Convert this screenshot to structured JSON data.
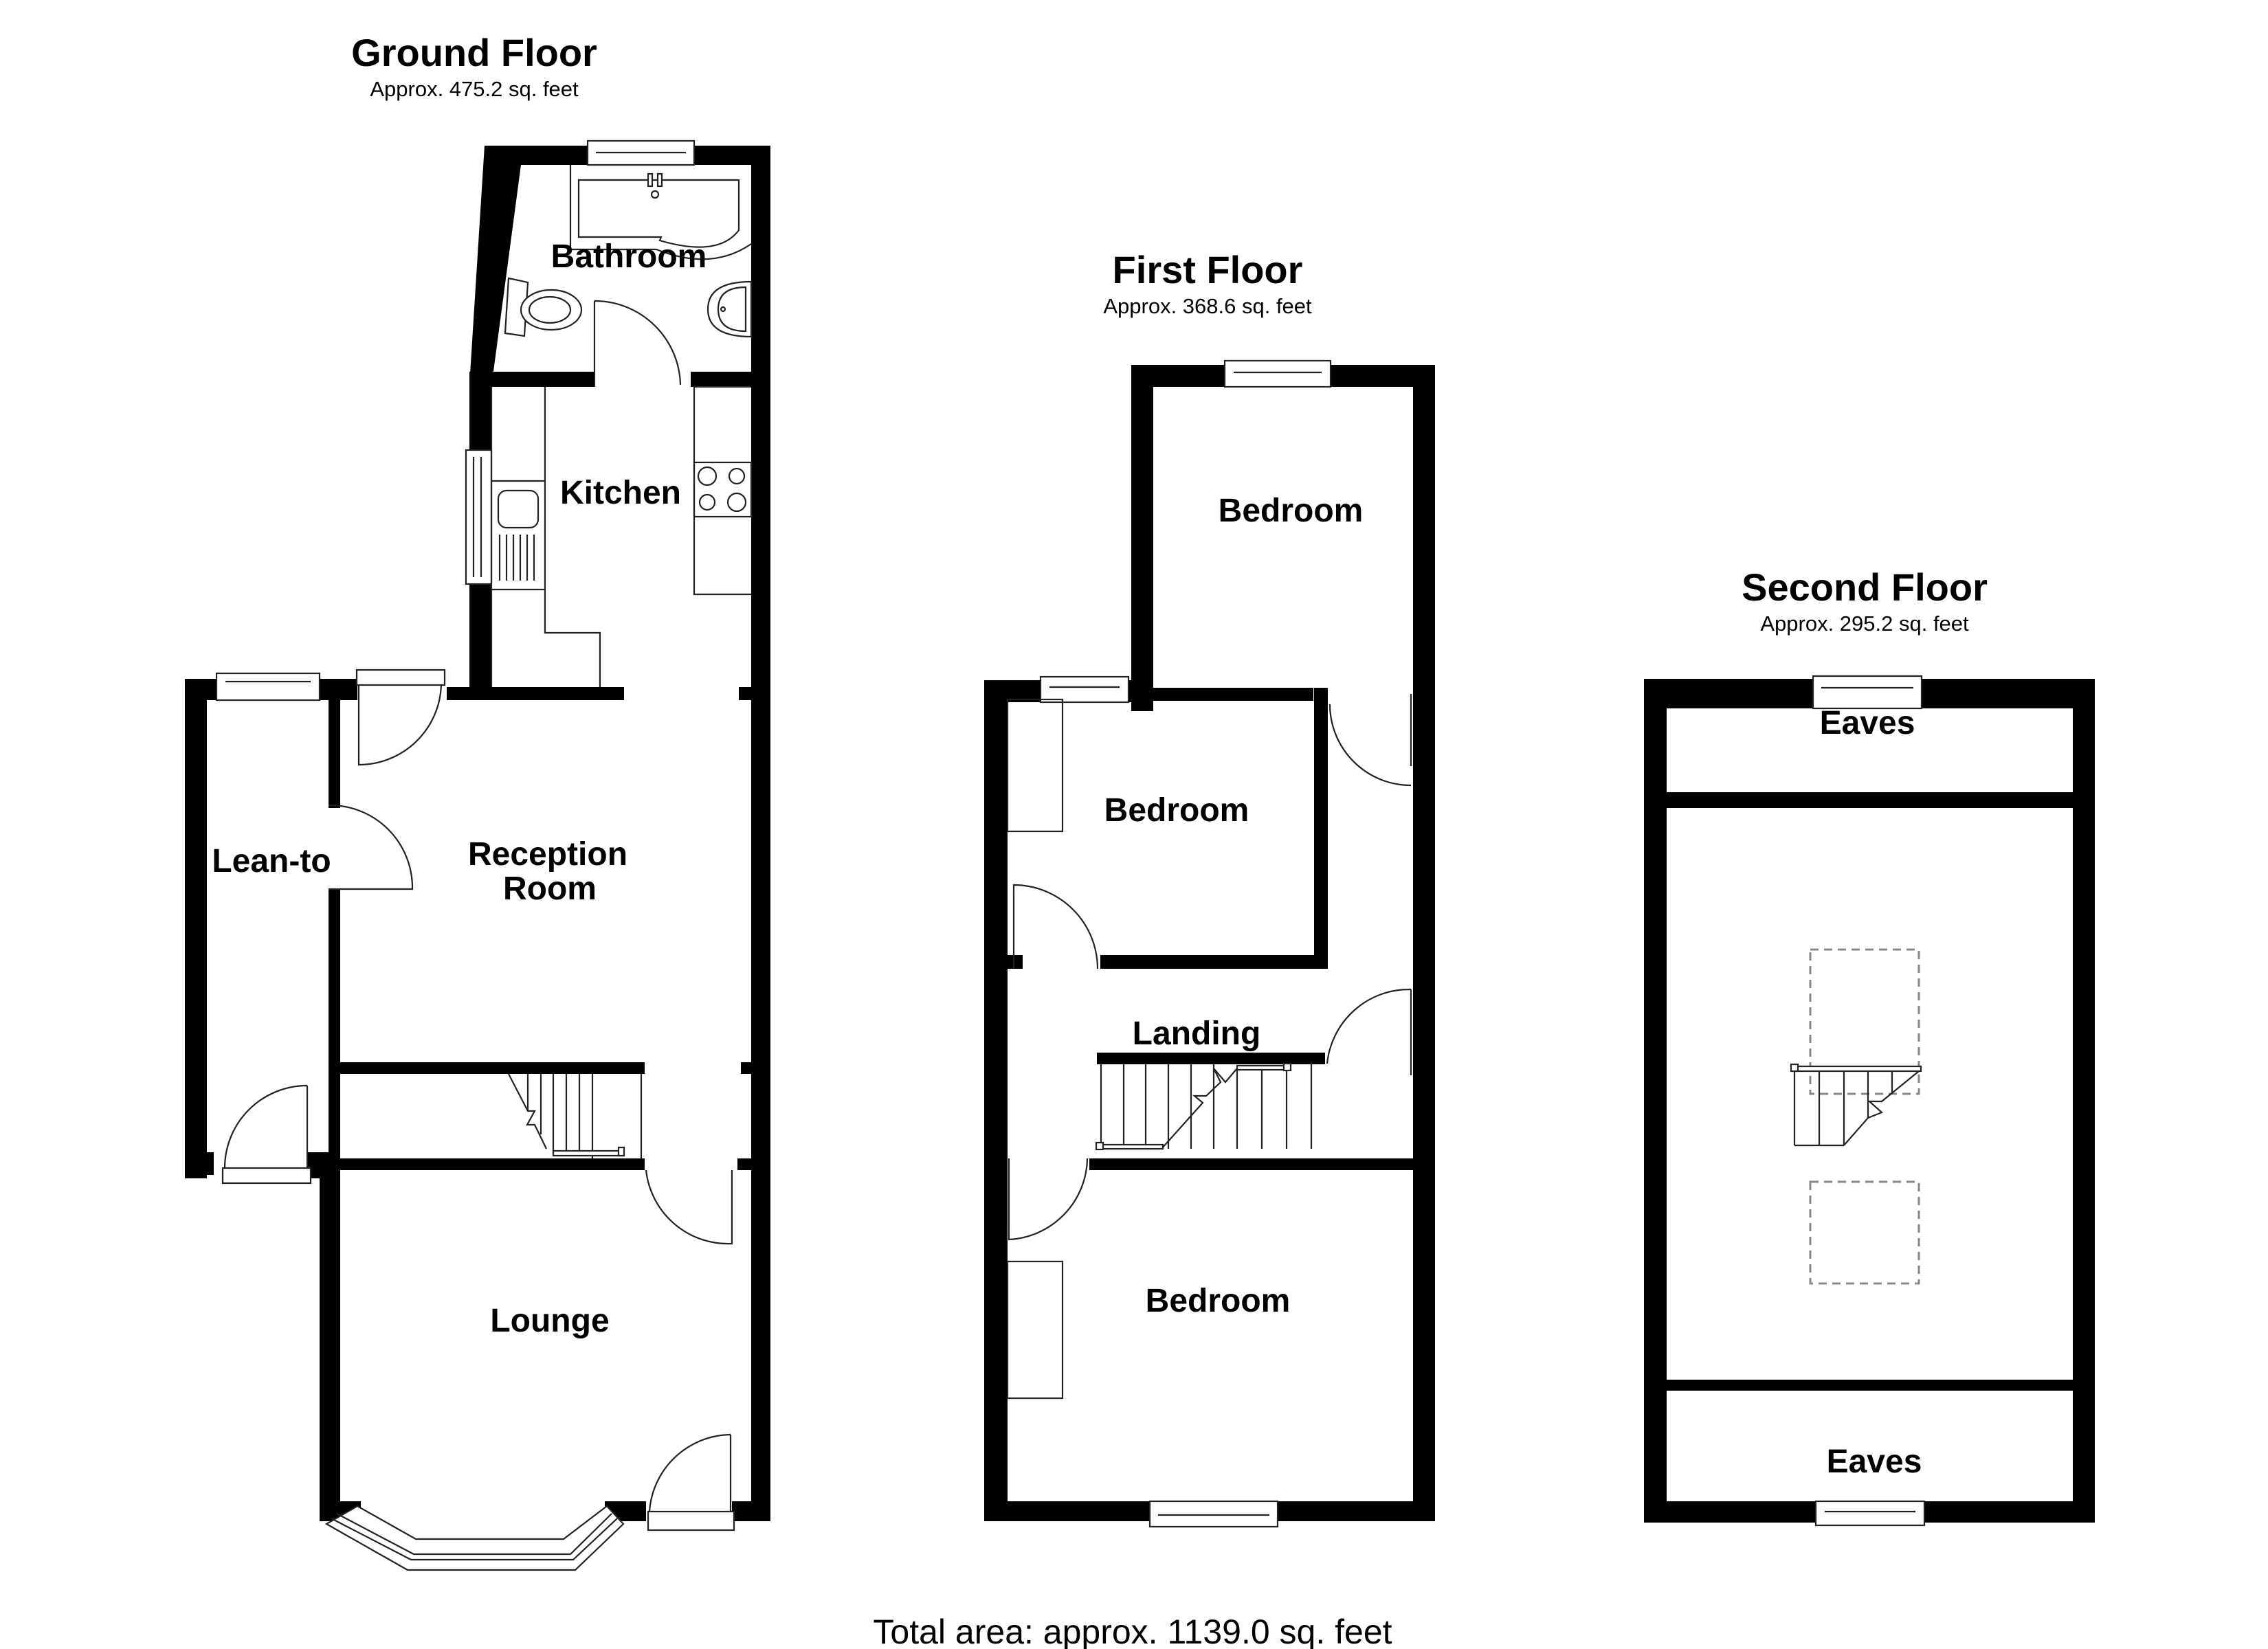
{
  "floors": [
    {
      "id": "ground",
      "title": "Ground Floor",
      "area": "Approx. 475.2 sq. feet",
      "rooms": [
        "Bathroom",
        "Kitchen",
        "Lean-to",
        "Reception",
        "Room",
        "Lounge"
      ]
    },
    {
      "id": "first",
      "title": "First Floor",
      "area": "Approx. 368.6 sq. feet",
      "rooms": [
        "Bedroom",
        "Bedroom",
        "Landing",
        "Bedroom"
      ]
    },
    {
      "id": "second",
      "title": "Second Floor",
      "area": "Approx. 295.2 sq. feet",
      "rooms": [
        "Eaves",
        "Eaves"
      ]
    }
  ],
  "total_area": "Total area: approx. 1139.0 sq. feet",
  "colors": {
    "wall": "#000000",
    "background": "#ffffff",
    "fixture_line": "#222222",
    "dashed_outline": "#888888"
  }
}
